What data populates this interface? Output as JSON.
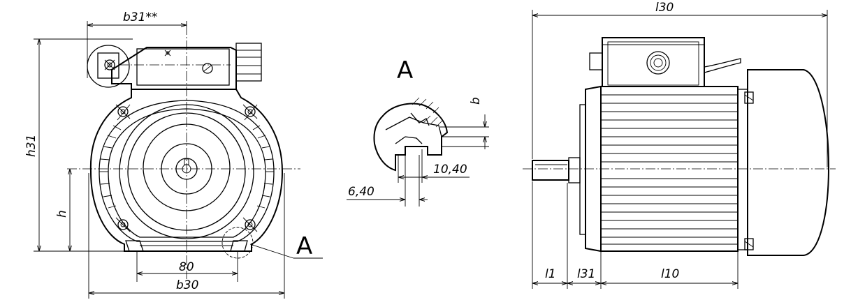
{
  "front_view": {
    "dims": {
      "b31": "b31**",
      "h31": "h31",
      "h": "h",
      "mount": "80",
      "b30": "b30"
    },
    "callout": "A"
  },
  "detail_view": {
    "title": "A",
    "dims": {
      "b": "b",
      "d1": "10,40",
      "d2": "6,40"
    }
  },
  "side_view": {
    "dims": {
      "l30": "l30",
      "l1": "l1",
      "l31": "l31",
      "l10": "l10"
    }
  }
}
